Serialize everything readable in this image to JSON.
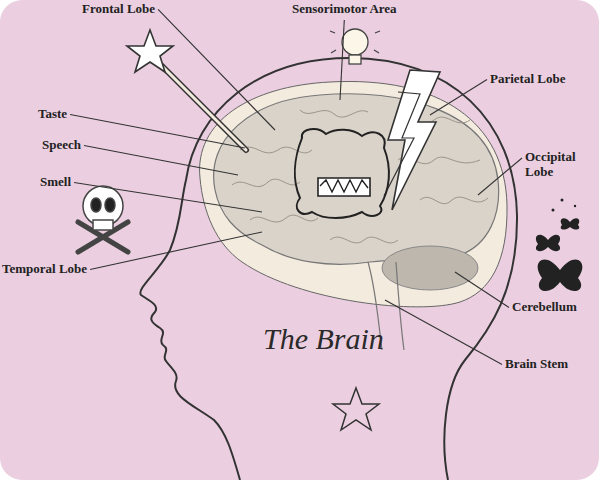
{
  "diagram": {
    "title": "The Brain",
    "labels": [
      "Frontal Lobe",
      "Sensorimotor Area",
      "Parietal Lobe",
      "Taste",
      "Speech",
      "Smell",
      "Occipital Lobe",
      "Temporal Lobe",
      "Cerebellum",
      "Brain Stem"
    ]
  }
}
